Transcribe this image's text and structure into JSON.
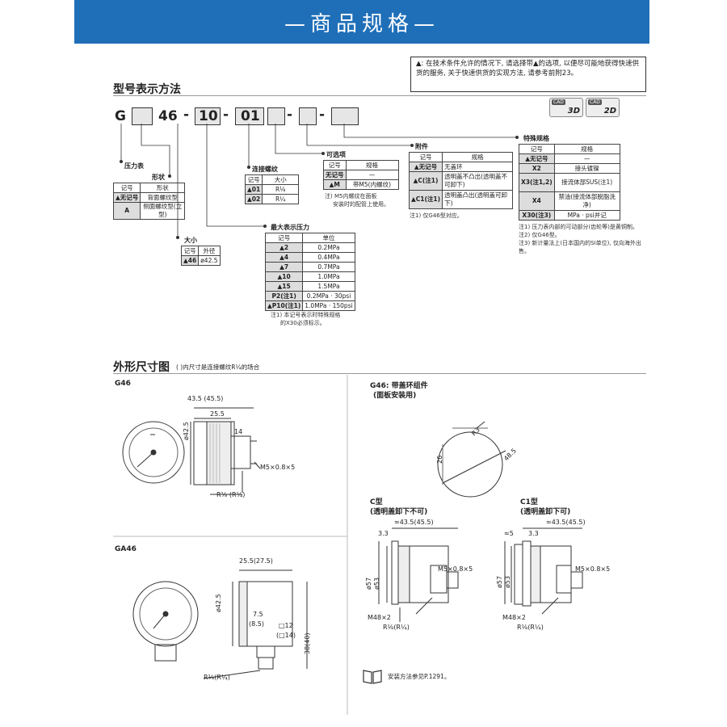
{
  "banner": {
    "title": "—商品规格—"
  },
  "note": {
    "text": "▲: 在技术条件允许的情况下, 请选择带▲的选项, 以便尽可能地获得快速供货的服务, 关于快速供货的实现方法, 请参考前附23。"
  },
  "model_section": {
    "title": "型号表示方法",
    "code_parts": [
      "G",
      "46",
      "10",
      "01"
    ],
    "dashes": [
      "-",
      "-",
      "-",
      "-"
    ],
    "cad": [
      {
        "label": "CAD",
        "dim": "3D"
      },
      {
        "label": "CAD",
        "dim": "2D"
      }
    ]
  },
  "gauge": {
    "label": "压力表"
  },
  "shape": {
    "label": "形状",
    "headers": [
      "记号",
      "形状"
    ],
    "rows": [
      [
        "▲无记号",
        "背面螺纹型"
      ],
      [
        "A",
        "侧面螺纹型(立型)"
      ]
    ]
  },
  "size": {
    "label": "大小",
    "headers": [
      "记号",
      "外径"
    ],
    "rows": [
      [
        "▲46",
        "ø42.5"
      ]
    ]
  },
  "thread": {
    "label": "连接螺纹",
    "headers": [
      "记号",
      "大小"
    ],
    "rows": [
      [
        "▲01",
        "R⅛"
      ],
      [
        "▲02",
        "R¼"
      ]
    ]
  },
  "option": {
    "label": "可选项",
    "headers": [
      "记号",
      "规格"
    ],
    "rows": [
      [
        "无记号",
        "—"
      ],
      [
        "▲M",
        "带M5(内螺纹)"
      ]
    ],
    "notes": [
      "注) M5内螺纹在面板",
      "安装时的配管上使用。"
    ]
  },
  "pressure": {
    "label": "最大表示压力",
    "headers": [
      "记号",
      "单位"
    ],
    "rows": [
      [
        "▲2",
        "0.2MPa"
      ],
      [
        "▲4",
        "0.4MPa"
      ],
      [
        "▲7",
        "0.7MPa"
      ],
      [
        "▲10",
        "1.0MPa"
      ],
      [
        "▲15",
        "1.5MPa"
      ],
      [
        "P2(注1)",
        "0.2MPa · 30psi"
      ],
      [
        "▲P10(注1)",
        "1.0MPa · 150psi"
      ]
    ],
    "notes": [
      "注1) 本记号表示时特殊规格",
      "的X30必须标示。"
    ]
  },
  "accessory": {
    "label": "附件",
    "headers": [
      "记号",
      "规格"
    ],
    "rows": [
      [
        "▲无记号",
        "无盖环"
      ],
      [
        "▲C(注1)",
        "透明盖不凸出(透明盖不可卸下)"
      ],
      [
        "▲C1(注1)",
        "透明盖凸出(透明盖可卸下)"
      ]
    ],
    "notes": [
      "注1) 仅G46型对应。"
    ]
  },
  "special": {
    "label": "特殊规格",
    "headers": [
      "记号",
      "规格"
    ],
    "rows": [
      [
        "▲无记号",
        "—"
      ],
      [
        "X2",
        "接头镀镍"
      ],
      [
        "X3(注1,2)",
        "接流体部SUS(注1)"
      ],
      [
        "X4",
        "禁油(接流体部脱脂洗净)"
      ],
      [
        "X30(注3)",
        "MPa · psi并记"
      ]
    ],
    "notes": [
      "注1) 压力表内部的可动部分(齿轮等)是黄铜制。",
      "注2) 仅G46型。",
      "注3) 新计量法上(日本国内的SI单位), 仅向海外出售。"
    ]
  },
  "dim_section": {
    "title": "外形尺寸图",
    "subtitle": "( )内尺寸是连接螺纹R¼的场合"
  },
  "g46": {
    "title": "G46",
    "dims": [
      "43.5 (45.5)",
      "25.5",
      "14",
      "ø42.5",
      "M5×0.8×5",
      "R⅛ (R¼)"
    ]
  },
  "ga46": {
    "title": "GA46",
    "dims": [
      "25.5(27.5)",
      "ø42.5",
      "7.5",
      "(8.5)",
      "□12",
      "(□14)",
      "38(40)",
      "R⅛(R¼)"
    ]
  },
  "panel": {
    "title": "G46: 带盖环组件",
    "subtitle": "(面板安装用)",
    "dims": [
      "R3",
      "26",
      "48.5"
    ]
  },
  "c_type": {
    "title": "C型",
    "subtitle": "(透明盖卸下不可)",
    "dims": [
      "≈43.5(45.5)",
      "3.3",
      "M5×0.8×5",
      "ø57",
      "ø53",
      "M48×2",
      "R⅛(R¼)"
    ]
  },
  "c1_type": {
    "title": "C1型",
    "subtitle": "(透明盖卸下可)",
    "dims": [
      "≈43.5(45.5)",
      "≈5",
      "3.3",
      "M5×0.8×5",
      "ø57",
      "ø53",
      "M48×2",
      "R⅛(R¼)"
    ]
  },
  "install": {
    "text": "安装方法参见P.1291。"
  }
}
